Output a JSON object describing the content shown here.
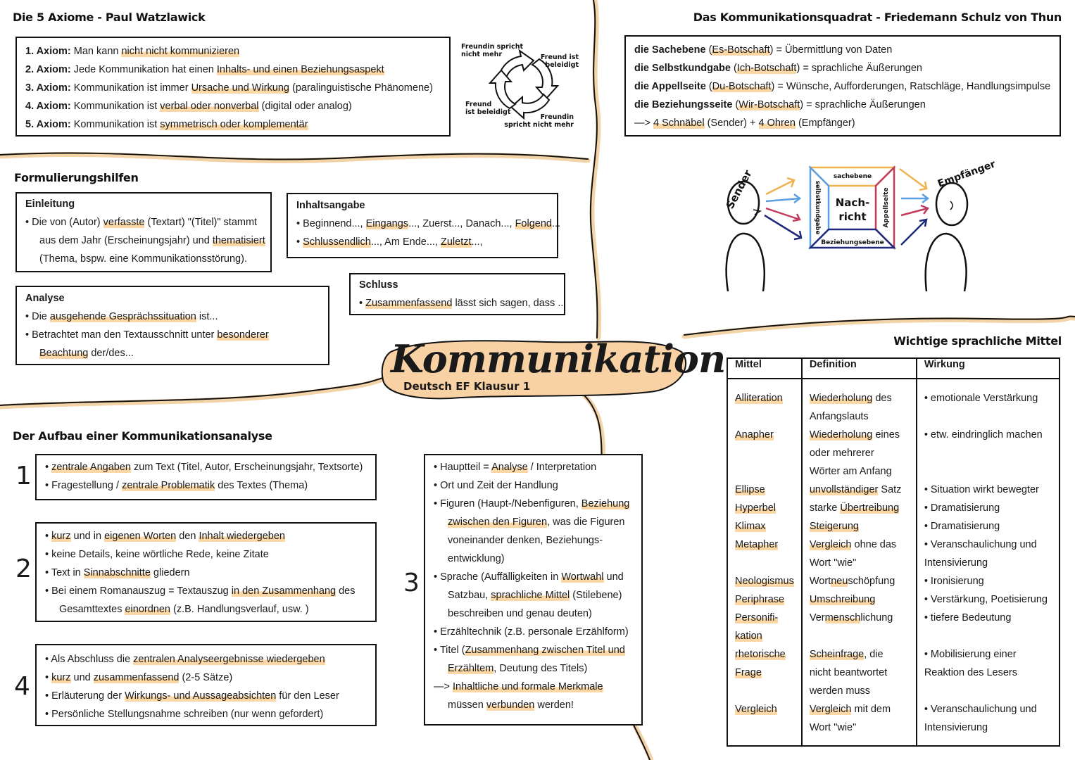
{
  "axioms": {
    "title": "Die 5 Axiome - Paul Watzlawick",
    "lines": [
      [
        {
          "b": "1. Axiom:"
        },
        " Man kann ",
        {
          "h": "nicht nicht kommunizieren"
        }
      ],
      [
        {
          "b": "2. Axiom:"
        },
        " Jede Kommunikation hat einen ",
        {
          "h": "Inhalts- und einen Beziehungsaspekt"
        }
      ],
      [
        {
          "b": "3. Axiom:"
        },
        " Kommunikation ist immer ",
        {
          "h": "Ursache und Wirkung"
        },
        " (paralinguistische Phänomene)"
      ],
      [
        {
          "b": "4. Axiom:"
        },
        " Kommunikation ist ",
        {
          "h": "verbal oder nonverbal"
        },
        " (digital oder analog)"
      ],
      [
        {
          "b": "5. Axiom:"
        },
        " Kommunikation ist ",
        {
          "h": "symmetrisch oder komplementär"
        }
      ]
    ],
    "cycle": [
      "Freundin spricht",
      "nicht mehr",
      "Freund ist",
      "beleidigt",
      "Freund",
      "ist beleidigt",
      "Freundin",
      "spricht nicht mehr"
    ]
  },
  "quadrat": {
    "title": "Das Kommunikationsquadrat - Friedemann Schulz von Thun",
    "lines": [
      [
        {
          "b": "die Sachebene"
        },
        " (",
        {
          "h": "Es-Botschaft"
        },
        ") = Übermittlung von Daten"
      ],
      [
        {
          "b": "die Selbstkundgabe"
        },
        " (",
        {
          "h": "Ich-Botschaft"
        },
        ") = sprachliche Äußerungen"
      ],
      [
        {
          "b": "die Appellseite"
        },
        " (",
        {
          "h": "Du-Botschaft"
        },
        ") = Wünsche, Aufforderungen, Ratschläge, Handlungsimpulse"
      ],
      [
        {
          "b": "die Beziehungsseite"
        },
        " (",
        {
          "h": "Wir-Botschaft"
        },
        ") = sprachliche  Äußerungen"
      ],
      [
        "—> ",
        {
          "h": "4 Schnäbel"
        },
        " (Sender) + ",
        {
          "h": "4 Ohren"
        },
        " (Empfänger)"
      ]
    ],
    "diagram": {
      "sender": "Sender",
      "receiver": "Empfänger",
      "top": "sachebene",
      "left": "selbstkundgabe",
      "right": "Appellseite",
      "bottom": "Beziehungsebene",
      "center1": "Nach-",
      "center2": "richt",
      "colors": {
        "top": "#f0b24e",
        "left": "#5c9fe0",
        "right": "#c23a5c",
        "bottom": "#1f2a7a"
      }
    }
  },
  "formulierung": {
    "title": "Formulierungshilfen",
    "einleitung": {
      "title": "Einleitung",
      "lines": [
        [
          "• Die von (Autor) ",
          {
            "h": "verfasste"
          },
          " (Textart) \"(Titel)\" stammt"
        ],
        [
          "aus dem Jahr (Erscheinungsjahr) und ",
          {
            "h": "thematisiert"
          }
        ],
        [
          "(Thema, bspw. eine Kommunikationsstörung)."
        ]
      ]
    },
    "inhaltsangabe": {
      "title": "Inhaltsangabe",
      "lines": [
        [
          "• Beginnend..., ",
          {
            "h": "Eingangs"
          },
          "..., Zuerst..., Danach..., ",
          {
            "h": "Folgend"
          },
          "..."
        ],
        [
          "• ",
          {
            "h": "Schlussendlich"
          },
          "..., Am Ende..., ",
          {
            "h": "Zuletzt"
          },
          "...,"
        ]
      ]
    },
    "schluss": {
      "title": "Schluss",
      "lines": [
        [
          "• ",
          {
            "h": "Zusammenfassend"
          },
          " lässt sich sagen, dass ..."
        ]
      ]
    },
    "analyse": {
      "title": "Analyse",
      "lines": [
        [
          "• Die ",
          {
            "h": "ausgehende Gesprächssituation"
          },
          " ist..."
        ],
        [
          "• Betrachtet man den Textausschnitt unter ",
          {
            "h": "besonderer"
          }
        ],
        [
          {
            "h": "Beachtung"
          },
          " der/des..."
        ]
      ]
    }
  },
  "center": {
    "title": "Kommunikation",
    "subtitle": "Deutsch EF Klausur 1",
    "color": "#f8d2a4"
  },
  "aufbau": {
    "title": "Der Aufbau einer Kommunikationsanalyse",
    "steps": [
      {
        "num": "1",
        "lines": [
          [
            "• ",
            {
              "h": "zentrale Angaben"
            },
            " zum Text (Titel, Autor, Erscheinungsjahr, Textsorte)"
          ],
          [
            "• Fragestellung / ",
            {
              "h": "zentrale Problematik"
            },
            " des Textes (Thema)"
          ]
        ]
      },
      {
        "num": "2",
        "lines": [
          [
            "• ",
            {
              "h": "kurz"
            },
            " und in ",
            {
              "h": "eigenen Worten"
            },
            " den ",
            {
              "h": "Inhalt wiedergeben"
            }
          ],
          [
            "• keine Details, keine wörtliche Rede, keine Zitate"
          ],
          [
            "• Text in ",
            {
              "h": "Sinnabschnitte"
            },
            " gliedern"
          ],
          [
            "• Bei einem Romanauszug = Textauszug ",
            {
              "h": "in den Zusammenhang"
            },
            " des"
          ],
          [
            "Gesamttextes ",
            {
              "h": "einordnen"
            },
            " (z.B. Handlungsverlauf, usw. )"
          ]
        ]
      },
      {
        "num": "3",
        "lines": [
          [
            "• Hauptteil = ",
            {
              "h": "Analyse"
            },
            " / Interpretation"
          ],
          [
            "• Ort und Zeit der Handlung"
          ],
          [
            "• Figuren (Haupt-/Nebenfiguren, ",
            {
              "h": "Beziehung"
            }
          ],
          [
            {
              "h": "zwischen den Figuren"
            },
            ", was die Figuren"
          ],
          [
            "voneinander denken, Beziehungs-"
          ],
          [
            "entwicklung)"
          ],
          [
            "• Sprache (Auffälligkeiten in ",
            {
              "h": "Wortwahl"
            },
            " und"
          ],
          [
            "Satzbau, ",
            {
              "h": "sprachliche Mittel"
            },
            " (Stilebene)"
          ],
          [
            "beschreiben und genau deuten)"
          ],
          [
            "• Erzähltechnik (z.B. personale Erzählform)"
          ],
          [
            "• Titel (",
            {
              "h": "Zusammenhang zwischen Titel und"
            }
          ],
          [
            {
              "h": "Erzähltem"
            },
            ", Deutung des Titels)"
          ],
          [
            "—> ",
            {
              "h": "Inhaltliche und formale Merkmale"
            }
          ],
          [
            "müssen ",
            {
              "h": "verbunden"
            },
            " werden!"
          ]
        ]
      },
      {
        "num": "4",
        "lines": [
          [
            "• Als Abschluss die ",
            {
              "h": "zentralen Analyseergebnisse wiedergeben"
            }
          ],
          [
            "• ",
            {
              "h": "kurz"
            },
            " und ",
            {
              "h": "zusammenfassend"
            },
            " (2-5 Sätze)"
          ],
          [
            "• Erläuterung der ",
            {
              "h": "Wirkungs- und Aussageabsichten"
            },
            " für den Leser"
          ],
          [
            "• Persönliche Stellungsnahme schreiben (nur wenn gefordert)"
          ]
        ]
      }
    ]
  },
  "mittel": {
    "title": "Wichtige sprachliche Mittel",
    "headers": [
      "Mittel",
      "Definition",
      "Wirkung"
    ],
    "rows": [
      [
        [
          [
            {
              "h": "Alliteration"
            }
          ]
        ],
        [
          [
            {
              "h": "Wiederholung"
            },
            " des"
          ],
          [
            "Anfangslauts"
          ]
        ],
        [
          [
            "• emotionale Verstärkung"
          ]
        ]
      ],
      [
        [
          [
            {
              "h": "Anapher"
            }
          ]
        ],
        [
          [
            {
              "h": "Wiederholung"
            },
            " eines"
          ],
          [
            "oder mehrerer"
          ],
          [
            "Wörter am Anfang"
          ]
        ],
        [
          [
            "• etw. eindringlich machen"
          ]
        ]
      ],
      [
        [
          [
            {
              "h": "Ellipse"
            }
          ]
        ],
        [
          [
            {
              "h": "unvollständiger"
            },
            " Satz"
          ]
        ],
        [
          [
            "• Situation wirkt bewegter"
          ]
        ]
      ],
      [
        [
          [
            {
              "h": "Hyperbel"
            }
          ]
        ],
        [
          [
            "starke ",
            {
              "h": "Übertreibung"
            }
          ]
        ],
        [
          [
            "• Dramatisierung"
          ]
        ]
      ],
      [
        [
          [
            {
              "h": "Klimax"
            }
          ]
        ],
        [
          [
            {
              "h": "Steigerung"
            }
          ]
        ],
        [
          [
            "• Dramatisierung"
          ]
        ]
      ],
      [
        [
          [
            {
              "h": "Metapher"
            }
          ]
        ],
        [
          [
            {
              "h": "Vergleich"
            },
            " ohne das"
          ],
          [
            "Wort \"wie\""
          ]
        ],
        [
          [
            "• Veranschaulichung und"
          ],
          [
            "Intensivierung"
          ]
        ]
      ],
      [
        [
          [
            {
              "h": "Neologismus"
            }
          ]
        ],
        [
          [
            "Wort",
            {
              "h": "neu"
            },
            "schöpfung"
          ]
        ],
        [
          [
            "• Ironisierung"
          ]
        ]
      ],
      [
        [
          [
            {
              "h": "Periphrase"
            }
          ]
        ],
        [
          [
            {
              "h": "Umschreibung"
            }
          ]
        ],
        [
          [
            "• Verstärkung, Poetisierung"
          ]
        ]
      ],
      [
        [
          [
            {
              "h": "Personifi-"
            }
          ],
          [
            {
              "h": "kation"
            }
          ]
        ],
        [
          [
            "Ver",
            {
              "h": "mensch"
            },
            "lichung"
          ]
        ],
        [
          [
            "• tiefere Bedeutung"
          ]
        ]
      ],
      [
        [
          [
            {
              "h": "rhetorische"
            }
          ],
          [
            {
              "h": "Frage"
            }
          ]
        ],
        [
          [
            {
              "h": "Scheinfrage"
            },
            ", die"
          ],
          [
            "nicht beantwortet"
          ],
          [
            "werden muss"
          ]
        ],
        [
          [
            "• Mobilisierung einer"
          ],
          [
            "Reaktion des Lesers"
          ]
        ]
      ],
      [
        [
          [
            {
              "h": "Vergleich"
            }
          ]
        ],
        [
          [
            {
              "h": "Vergleich"
            },
            " mit dem"
          ],
          [
            "Wort \"wie\""
          ]
        ],
        [
          [
            "• Veranschaulichung und"
          ],
          [
            "Intensivierung"
          ]
        ]
      ]
    ]
  }
}
